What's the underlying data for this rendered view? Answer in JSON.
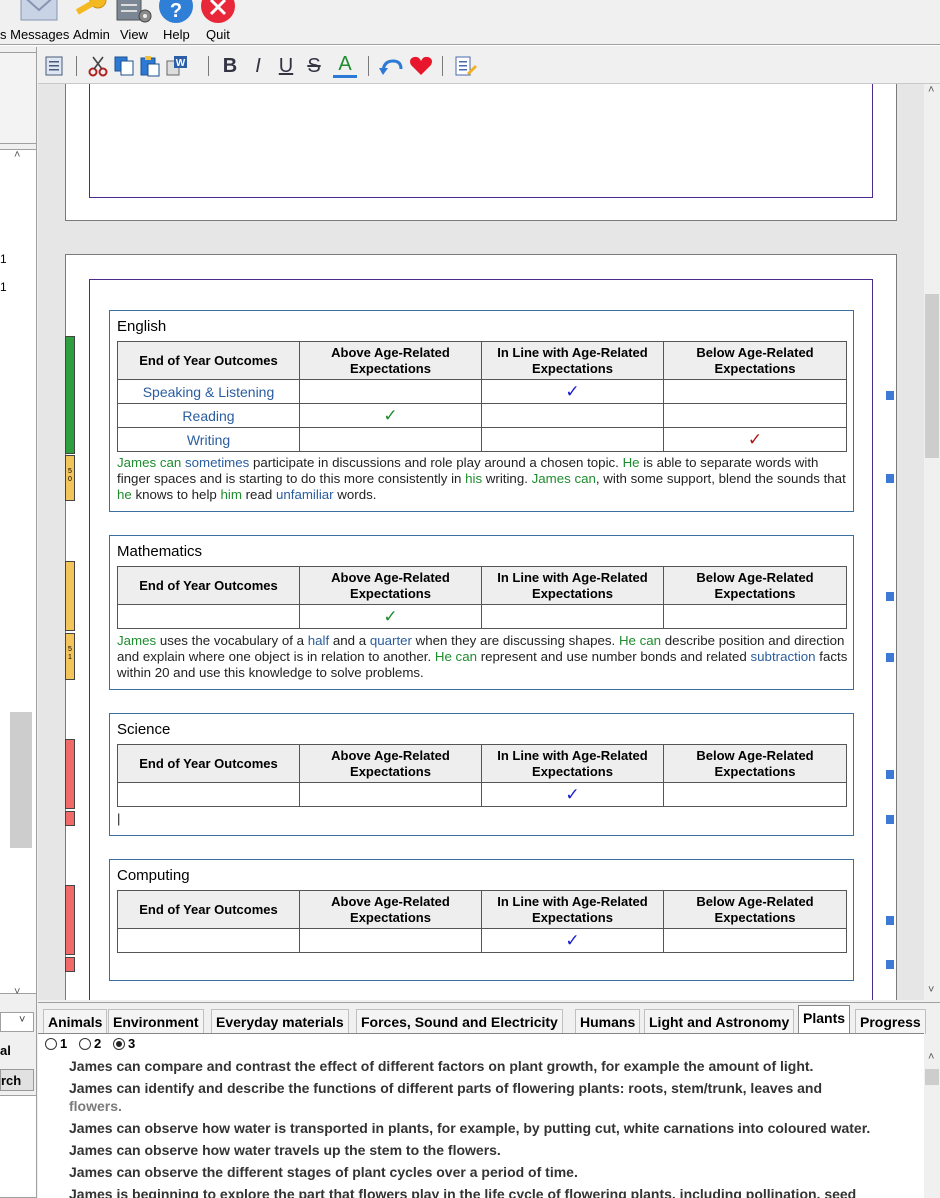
{
  "menu": [
    "s Messages",
    "Admin",
    "View",
    "Help",
    "Quit"
  ],
  "icons": {
    "top": [
      "envelope-icon",
      "key-icon",
      "settings-doc-icon",
      "help-icon",
      "close-icon"
    ],
    "toolbar": [
      "notes-icon",
      "cut-icon",
      "copy-icon",
      "paste-icon",
      "word-paste-icon",
      "bold-icon",
      "italic-icon",
      "underline-icon",
      "strikethrough-icon",
      "font-color-icon",
      "undo-icon",
      "heart-icon",
      "comment-bank-icon"
    ]
  },
  "format_labels": {
    "bold": "B",
    "italic": "I",
    "underline": "U",
    "strike": "S",
    "fontcolor": "A"
  },
  "left_panel": {
    "line1": "1",
    "line2": "1",
    "dropdown_label": "al",
    "search_label": "rch"
  },
  "sections": [
    {
      "title": "English",
      "headers": [
        "End of Year Outcomes",
        "Above Age-Related Expectations",
        "In Line with Age-Related Expectations",
        "Below Age-Related Expectations"
      ],
      "rows": [
        {
          "label": "Speaking & Listening",
          "check_col": 2,
          "check_color": "#1a1acc"
        },
        {
          "label": "Reading",
          "check_col": 1,
          "check_color": "#1f8c2e"
        },
        {
          "label": "Writing",
          "check_col": 3,
          "check_color": "#b01818"
        }
      ],
      "comment_segments": [
        {
          "t": "James",
          "c": "green"
        },
        {
          "t": " can ",
          "c": "green"
        },
        {
          "t": "sometimes",
          "c": "blue"
        },
        {
          "t": " participate in discussions and role play around a chosen topic.  ",
          "c": ""
        },
        {
          "t": "He",
          "c": "green"
        },
        {
          "t": " is able to separate words with finger spaces and is starting to do this more consistently in ",
          "c": ""
        },
        {
          "t": "his",
          "c": "green"
        },
        {
          "t": " writing.  ",
          "c": ""
        },
        {
          "t": "James can",
          "c": "green"
        },
        {
          "t": ", with some support, blend the sounds that ",
          "c": ""
        },
        {
          "t": "he",
          "c": "green"
        },
        {
          "t": " knows to help ",
          "c": ""
        },
        {
          "t": "him",
          "c": "green"
        },
        {
          "t": " read ",
          "c": ""
        },
        {
          "t": "unfamiliar",
          "c": "blue"
        },
        {
          "t": " words.",
          "c": ""
        }
      ]
    },
    {
      "title": "Mathematics",
      "headers": [
        "End of Year Outcomes",
        "Above Age-Related Expectations",
        "In Line with Age-Related Expectations",
        "Below Age-Related Expectations"
      ],
      "rows": [
        {
          "label": "",
          "check_col": 1,
          "check_color": "#1f8c2e"
        }
      ],
      "comment_segments": [
        {
          "t": "James",
          "c": "green"
        },
        {
          "t": " uses the vocabulary of a ",
          "c": ""
        },
        {
          "t": "half",
          "c": "blue"
        },
        {
          "t": " and a ",
          "c": ""
        },
        {
          "t": "quarter",
          "c": "blue"
        },
        {
          "t": " when they are discussing shapes.  ",
          "c": ""
        },
        {
          "t": "He can",
          "c": "green"
        },
        {
          "t": " describe position and direction and explain where one object is in relation to another.  ",
          "c": ""
        },
        {
          "t": "He can",
          "c": "green"
        },
        {
          "t": " represent and use number bonds and related ",
          "c": ""
        },
        {
          "t": "subtraction",
          "c": "blue"
        },
        {
          "t": " facts within 20 and use this knowledge to solve problems.",
          "c": ""
        }
      ]
    },
    {
      "title": "Science",
      "headers": [
        "End of Year Outcomes",
        "Above Age-Related Expectations",
        "In Line with Age-Related Expectations",
        "Below Age-Related Expectations"
      ],
      "rows": [
        {
          "label": "",
          "check_col": 2,
          "check_color": "#1a1acc"
        }
      ],
      "comment_segments": [
        {
          "t": "|",
          "c": ""
        }
      ]
    },
    {
      "title": "Computing",
      "headers": [
        "End of Year Outcomes",
        "Above Age-Related Expectations",
        "In Line with Age-Related Expectations",
        "Below Age-Related Expectations"
      ],
      "rows": [
        {
          "label": "",
          "check_col": 2,
          "check_color": "#1a1acc"
        }
      ],
      "comment_segments": []
    }
  ],
  "markers": [
    {
      "label": "",
      "color": "#2e9e3e"
    },
    {
      "label": "5 0",
      "color": "#f2c45a"
    },
    {
      "label": "",
      "color": "#f2c45a"
    },
    {
      "label": "5 1",
      "color": "#f2c45a"
    },
    {
      "label": "",
      "color": "#f06a6a"
    },
    {
      "label": "",
      "color": "#f06a6a"
    },
    {
      "label": "",
      "color": "#f06a6a"
    },
    {
      "label": "",
      "color": "#f06a6a"
    }
  ],
  "tabs": [
    {
      "label": "Animals",
      "active": false
    },
    {
      "label": "Environment",
      "active": false
    },
    {
      "label": "Everyday materials",
      "active": false
    },
    {
      "label": "Forces, Sound and Electricity",
      "active": false
    },
    {
      "label": "Humans",
      "active": false
    },
    {
      "label": "Light and Astronomy",
      "active": false
    },
    {
      "label": "Plants",
      "active": true
    },
    {
      "label": "Progress",
      "active": false
    }
  ],
  "radios": [
    {
      "label": "1",
      "checked": false
    },
    {
      "label": "2",
      "checked": false
    },
    {
      "label": "3",
      "checked": true
    }
  ],
  "statements": [
    {
      "text": "James can compare and contrast the effect of different factors on plant growth, for example the amount of light.",
      "cont": ""
    },
    {
      "text": "James can identify and describe the functions of different parts of flowering plants: roots, stem/trunk, leaves and",
      "cont": "flowers."
    },
    {
      "text": "James can observe how water is transported in plants, for example, by putting cut, white carnations into coloured water.",
      "cont": ""
    },
    {
      "text": "James can observe how water travels up the stem to the flowers.",
      "cont": ""
    },
    {
      "text": "James can observe the different stages of plant cycles over a period of time.",
      "cont": ""
    },
    {
      "text": "James is beginning to explore the part that flowers play in the life cycle of flowering plants, including pollination, seed",
      "cont": ""
    }
  ]
}
